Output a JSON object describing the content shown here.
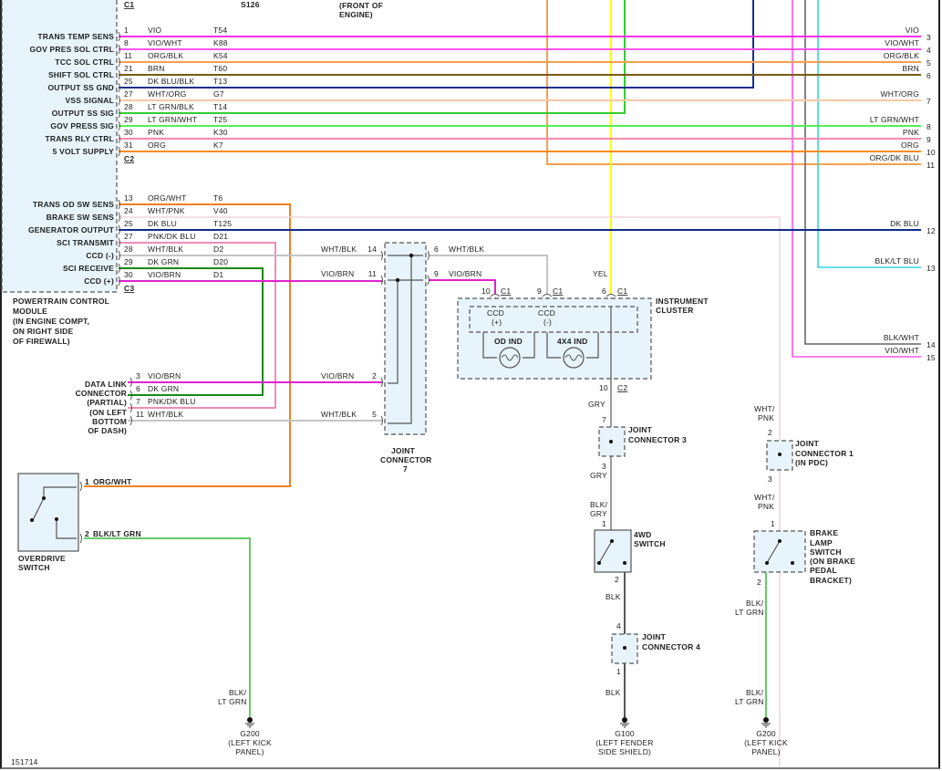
{
  "diagram_id": "151714",
  "colors": {
    "VIO": "#ff2ee8",
    "VIO/WHT": "#ff55ee",
    "ORG/BLK": "#f4a050",
    "BRN": "#7a5a10",
    "DK BLU/BLK": "#1a2f8a",
    "WHT/ORG": "#f6c9a4",
    "LT GRN/BLK": "#33cc33",
    "LT GRN/WHT": "#55ee55",
    "PNK": "#ff88aa",
    "ORG": "#ff8a1a",
    "ORG/WHT": "#f08020",
    "WHT/PNK": "#f2d4dc",
    "DK BLU": "#102a8c",
    "PNK/DK BLU": "#f08cb8",
    "WHT/BLK": "#c4c4c4",
    "DK GRN": "#178a17",
    "VIO/BRN": "#e020d0",
    "YEL": "#ffff00",
    "GRY": "#9a9a9a",
    "BLK": "#555555",
    "BLK/LT GRN": "#66cc66",
    "BLK/LT BLU": "#30d8e0",
    "BLK/WHT": "#666666",
    "ORG/DK BLU": "#f4a050"
  },
  "pcm": {
    "name_lines": [
      "POWERTRAIN CONTROL",
      "MODULE",
      "(IN ENGINE COMPT,",
      "ON RIGHT SIDE",
      "OF FIREWALL)"
    ],
    "c1": "C1",
    "c2": "C2",
    "c3": "C3",
    "splice": "S126",
    "splice_note": [
      "(FRONT OF",
      "ENGINE)"
    ],
    "c1_pins": [
      {
        "func": "TRANS TEMP SENS",
        "pin": "1",
        "color": "VIO",
        "circuit": "T54",
        "out_label": "VIO",
        "out_num": "3"
      },
      {
        "func": "GOV PRES SOL CTRL",
        "pin": "8",
        "color": "VIO/WHT",
        "circuit": "K88",
        "out_label": "VIO/WHT",
        "out_num": "4"
      },
      {
        "func": "TCC SOL CTRL",
        "pin": "11",
        "color": "ORG/BLK",
        "circuit": "K54",
        "out_label": "ORG/BLK",
        "out_num": "5"
      },
      {
        "func": "SHIFT SOL CTRL",
        "pin": "21",
        "color": "BRN",
        "circuit": "T60",
        "out_label": "BRN",
        "out_num": "6"
      },
      {
        "func": "OUTPUT SS GND",
        "pin": "25",
        "color": "DK BLU/BLK",
        "circuit": "T13",
        "out_label": "",
        "out_num": ""
      },
      {
        "func": "VSS SIGNAL",
        "pin": "27",
        "color": "WHT/ORG",
        "circuit": "G7",
        "out_label": "WHT/ORG",
        "out_num": "7"
      },
      {
        "func": "OUTPUT SS SIG",
        "pin": "28",
        "color": "LT GRN/BLK",
        "circuit": "T14",
        "out_label": "",
        "out_num": ""
      },
      {
        "func": "GOV PRESS SIG",
        "pin": "29",
        "color": "LT GRN/WHT",
        "circuit": "T25",
        "out_label": "LT GRN/WHT",
        "out_num": "8"
      },
      {
        "func": "TRANS RLY CTRL",
        "pin": "30",
        "color": "PNK",
        "circuit": "K30",
        "out_label": "PNK",
        "out_num": "9"
      },
      {
        "func": "5 VOLT SUPPLY",
        "pin": "31",
        "color": "ORG",
        "circuit": "K7",
        "out_label": "ORG",
        "out_num": "10"
      }
    ],
    "c3_pins": [
      {
        "func": "TRANS OD SW SENS",
        "pin": "13",
        "color": "ORG/WHT",
        "circuit": "T6"
      },
      {
        "func": "BRAKE SW SENS",
        "pin": "24",
        "color": "WHT/PNK",
        "circuit": "V40"
      },
      {
        "func": "GENERATOR OUTPUT",
        "pin": "25",
        "color": "DK BLU",
        "circuit": "T125"
      },
      {
        "func": "SCI TRANSMIT",
        "pin": "27",
        "color": "PNK/DK BLU",
        "circuit": "D21"
      },
      {
        "func": "CCD (-)",
        "pin": "28",
        "color": "WHT/BLK",
        "circuit": "D2"
      },
      {
        "func": "SCI RECEIVE",
        "pin": "29",
        "color": "DK GRN",
        "circuit": "D20"
      },
      {
        "func": "CCD (+)",
        "pin": "30",
        "color": "VIO/BRN",
        "circuit": "D1"
      }
    ]
  },
  "right_edge": [
    {
      "label": "ORG/DK BLU",
      "num": "11"
    },
    {
      "label": "DK BLU",
      "num": "12"
    },
    {
      "label": "BLK/LT BLU",
      "num": "13"
    },
    {
      "label": "BLK/WHT",
      "num": "14"
    },
    {
      "label": "VIO/WHT",
      "num": "15"
    }
  ],
  "joint_connector_7": {
    "name_lines": [
      "JOINT",
      "CONNECTOR",
      "7"
    ],
    "left": [
      {
        "pin": "14",
        "color": "WHT/BLK"
      },
      {
        "pin": "11",
        "color": "VIO/BRN"
      },
      {
        "pin": "2",
        "color": "VIO/BRN"
      },
      {
        "pin": "5",
        "color": "WHT/BLK"
      }
    ],
    "right": [
      {
        "pin": "6",
        "color": "WHT/BLK"
      },
      {
        "pin": "9",
        "color": "VIO/BRN"
      }
    ]
  },
  "data_link_connector": {
    "name_lines": [
      "DATA LINK",
      "CONNECTOR",
      "(PARTIAL)",
      "(ON LEFT",
      "BOTTOM",
      "OF DASH)"
    ],
    "pins": [
      {
        "pin": "3",
        "color": "VIO/BRN"
      },
      {
        "pin": "6",
        "color": "DK GRN"
      },
      {
        "pin": "7",
        "color": "PNK/DK BLU"
      },
      {
        "pin": "11",
        "color": "WHT/BLK"
      }
    ]
  },
  "instrument_cluster": {
    "name_lines": [
      "INSTRUMENT",
      "CLUSTER"
    ],
    "pins": [
      {
        "pin": "10",
        "conn": "C1"
      },
      {
        "pin": "9",
        "conn": "C1"
      },
      {
        "pin": "6",
        "conn": "C1"
      }
    ],
    "ccd_plus": [
      "CCD",
      "(+)"
    ],
    "ccd_minus": [
      "CCD",
      "(-)"
    ],
    "od_ind": "OD IND",
    "fourx4_ind": "4X4 IND",
    "yel_label": "YEL",
    "c2_pin": "10",
    "c2": "C2"
  },
  "overdrive_switch": {
    "name_lines": [
      "OVERDRIVE",
      "SWITCH"
    ],
    "pins": [
      {
        "pin": "1",
        "color": "ORG/WHT"
      },
      {
        "pin": "2",
        "color": "BLK/LT GRN"
      }
    ]
  },
  "fourwd_circuit": {
    "gry_top": "GRY",
    "jc3": {
      "name_lines": [
        "JOINT",
        "CONNECTOR 3"
      ],
      "pin_in": "7",
      "pin_out": "3"
    },
    "gry_mid": "GRY",
    "blk_gry": [
      "BLK/",
      "GRY"
    ],
    "switch": {
      "name_lines": [
        "4WD",
        "SWITCH"
      ],
      "pin_in": "1",
      "pin_out": "2"
    },
    "blk1": "BLK",
    "jc4": {
      "name_lines": [
        "JOINT",
        "CONNECTOR 4"
      ],
      "pin_in": "4",
      "pin_out": "1"
    },
    "blk2": "BLK",
    "ground": [
      "G100",
      "(LEFT FENDER",
      "SIDE SHIELD)"
    ]
  },
  "brake_circuit": {
    "wht_pnk_top": [
      "WHT/",
      "PNK"
    ],
    "jc1": {
      "name_lines": [
        "JOINT",
        "CONNECTOR 1",
        "(IN PDC)"
      ],
      "pin_in": "2",
      "pin_out": "3"
    },
    "wht_pnk_mid": [
      "WHT/",
      "PNK"
    ],
    "switch": {
      "name_lines": [
        "BRAKE",
        "LAMP",
        "SWITCH",
        "(ON BRAKE",
        "PEDAL",
        "BRACKET)"
      ],
      "pin_in": "1",
      "pin_out": "2"
    },
    "blk_lt_grn_1": [
      "BLK/",
      "LT GRN"
    ],
    "blk_lt_grn_2": [
      "BLK/",
      "LT GRN"
    ],
    "ground": [
      "G200",
      "(LEFT KICK",
      "PANEL)"
    ]
  },
  "od_ground": {
    "wire": [
      "BLK/",
      "LT GRN"
    ],
    "ground": [
      "G200",
      "(LEFT KICK",
      "PANEL)"
    ]
  }
}
